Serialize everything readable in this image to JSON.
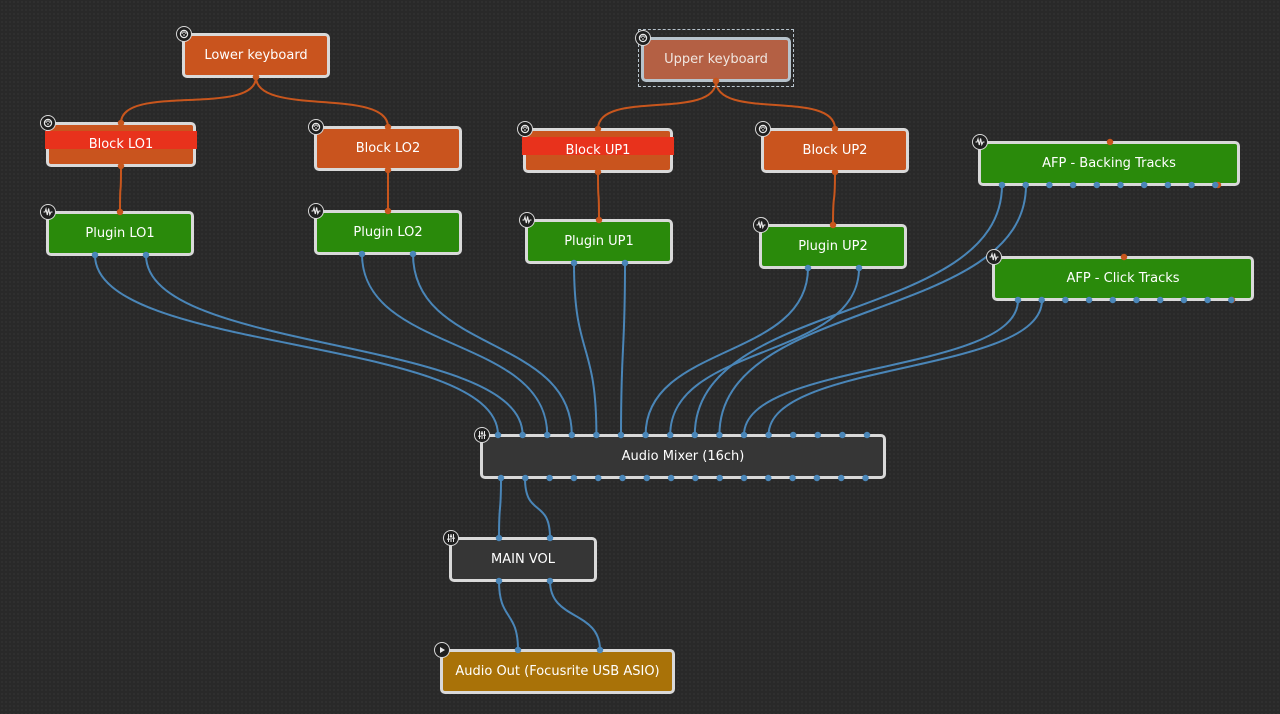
{
  "graph": {
    "nodes": [
      {
        "id": "lower_kb",
        "label": "Lower keyboard",
        "kind": "midi",
        "icon": "midi-port-icon"
      },
      {
        "id": "upper_kb",
        "label": "Upper keyboard",
        "kind": "midi",
        "icon": "midi-port-icon",
        "selected": true
      },
      {
        "id": "block_lo1",
        "label": "Block LO1",
        "kind": "midi",
        "icon": "midi-port-icon",
        "highlight": true
      },
      {
        "id": "block_lo2",
        "label": "Block LO2",
        "kind": "midi",
        "icon": "midi-port-icon"
      },
      {
        "id": "block_up1",
        "label": "Block UP1",
        "kind": "midi",
        "icon": "midi-port-icon",
        "highlight": true
      },
      {
        "id": "block_up2",
        "label": "Block UP2",
        "kind": "midi",
        "icon": "midi-port-icon"
      },
      {
        "id": "plugin_lo1",
        "label": "Plugin LO1",
        "kind": "plugin",
        "icon": "waveform-icon"
      },
      {
        "id": "plugin_lo2",
        "label": "Plugin LO2",
        "kind": "plugin",
        "icon": "waveform-icon"
      },
      {
        "id": "plugin_up1",
        "label": "Plugin UP1",
        "kind": "plugin",
        "icon": "waveform-icon"
      },
      {
        "id": "plugin_up2",
        "label": "Plugin UP2",
        "kind": "plugin",
        "icon": "waveform-icon"
      },
      {
        "id": "afp_backing",
        "label": "AFP - Backing Tracks",
        "kind": "plugin",
        "icon": "waveform-icon"
      },
      {
        "id": "afp_click",
        "label": "AFP - Click Tracks",
        "kind": "plugin",
        "icon": "waveform-icon"
      },
      {
        "id": "mixer",
        "label": "Audio Mixer (16ch)",
        "kind": "mixer",
        "icon": "mixer-sliders-icon"
      },
      {
        "id": "main_vol",
        "label": "MAIN VOL",
        "kind": "mixer",
        "icon": "mixer-sliders-icon"
      },
      {
        "id": "audio_out",
        "label": "Audio Out (Focusrite USB ASIO)",
        "kind": "output",
        "icon": "play-icon"
      }
    ],
    "edges": [
      {
        "from": "lower_kb",
        "to": "block_lo1",
        "type": "midi"
      },
      {
        "from": "lower_kb",
        "to": "block_lo2",
        "type": "midi"
      },
      {
        "from": "upper_kb",
        "to": "block_up1",
        "type": "midi"
      },
      {
        "from": "upper_kb",
        "to": "block_up2",
        "type": "midi"
      },
      {
        "from": "block_lo1",
        "to": "plugin_lo1",
        "type": "midi"
      },
      {
        "from": "block_lo2",
        "to": "plugin_lo2",
        "type": "midi"
      },
      {
        "from": "block_up1",
        "to": "plugin_up1",
        "type": "midi"
      },
      {
        "from": "block_up2",
        "to": "plugin_up2",
        "type": "midi"
      },
      {
        "from": "plugin_lo1",
        "to": "mixer",
        "type": "audio",
        "channels": 2
      },
      {
        "from": "plugin_lo2",
        "to": "mixer",
        "type": "audio",
        "channels": 2
      },
      {
        "from": "plugin_up1",
        "to": "mixer",
        "type": "audio",
        "channels": 2
      },
      {
        "from": "plugin_up2",
        "to": "mixer",
        "type": "audio",
        "channels": 2
      },
      {
        "from": "afp_backing",
        "to": "mixer",
        "type": "audio",
        "channels": 2
      },
      {
        "from": "afp_click",
        "to": "mixer",
        "type": "audio",
        "channels": 2
      },
      {
        "from": "mixer",
        "to": "main_vol",
        "type": "audio",
        "channels": 2
      },
      {
        "from": "main_vol",
        "to": "audio_out",
        "type": "audio",
        "channels": 2
      }
    ]
  },
  "colors": {
    "midi_node": "#c9541e",
    "midi_highlight": "#e8321c",
    "plugin_node": "#2a8a0b",
    "mixer_node": "#363636",
    "output_node": "#a97208",
    "selected_node": "#b46044",
    "node_border": "#d9d9d9",
    "audio_wire": "#4a86b8",
    "midi_wire": "#c8561d",
    "background": "#292929"
  }
}
